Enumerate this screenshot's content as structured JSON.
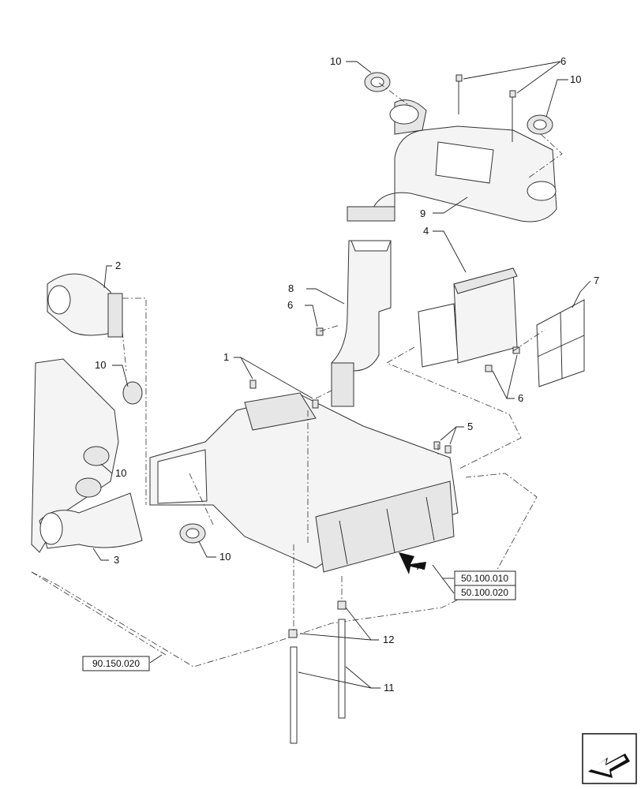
{
  "callouts": [
    "1",
    "2",
    "3",
    "4",
    "5",
    "6",
    "6",
    "6",
    "7",
    "8",
    "9",
    "10",
    "10",
    "10",
    "10",
    "10",
    "11",
    "12"
  ],
  "reference_codes": {
    "top": "50.100.010",
    "bottom": "50.100.020",
    "floor": "90.150.020"
  },
  "view_marker": "A",
  "nav_icon": "next-page-arrow-icon"
}
